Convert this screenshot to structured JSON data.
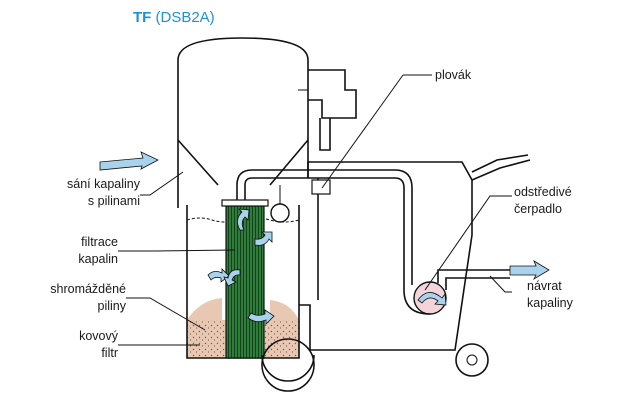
{
  "title": {
    "bold": "TF",
    "rest": " (DSB2A)"
  },
  "labels": {
    "plovak": "plovák",
    "sani_1": "sání kapaliny",
    "sani_2": "s pilinami",
    "odstredive_1": "odstředivé",
    "odstredive_2": "čerpadlo",
    "filtrace_1": "filtrace",
    "filtrace_2": "kapalin",
    "navrat_1": "návrat",
    "navrat_2": "kapaliny",
    "piliny_1": "shromážděné",
    "piliny_2": "piliny",
    "kovovy_1": "kovový",
    "kovovy_2": "filtr"
  },
  "colors": {
    "title": "#1e90d8",
    "filter_green": "#2e7d3a",
    "filter_dark": "#17401d",
    "sediment": "#e8c7b3",
    "liquid_arrow": "#a9d3ec",
    "pump": "#f3d4da",
    "line": "#111111"
  }
}
